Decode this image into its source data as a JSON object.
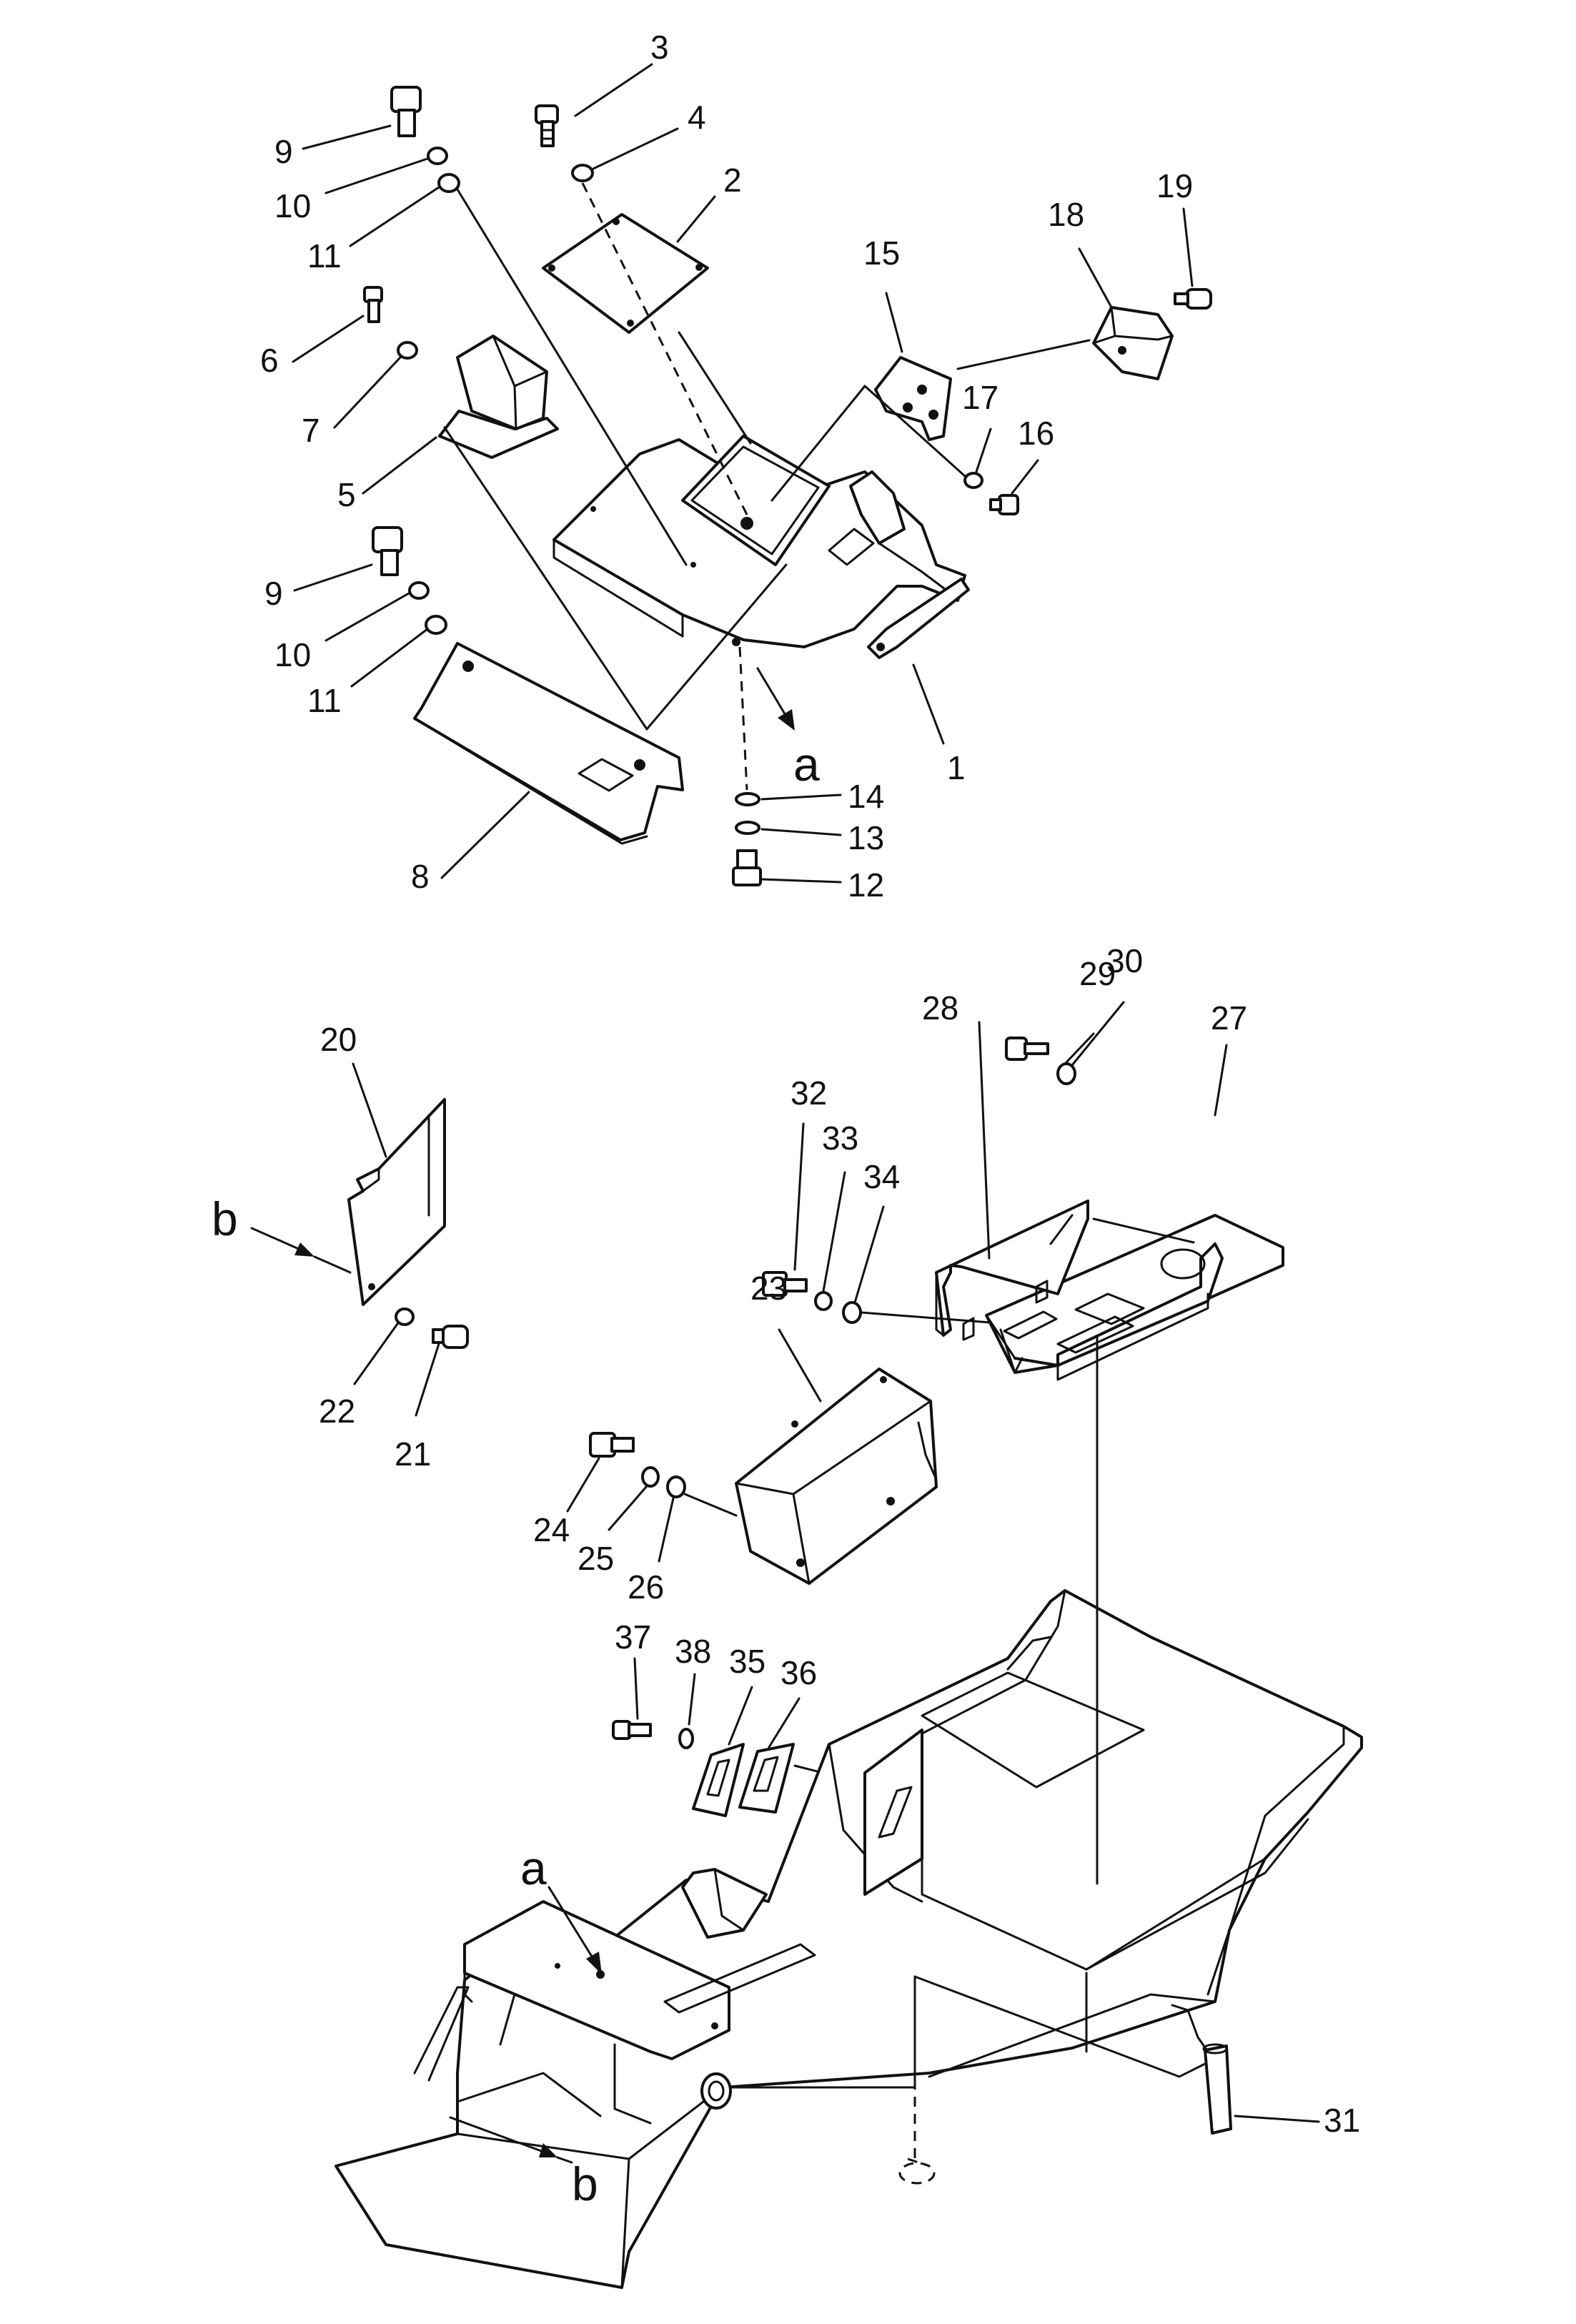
{
  "diagram": {
    "callouts": [
      "1",
      "2",
      "3",
      "4",
      "5",
      "6",
      "7",
      "8",
      "9",
      "10",
      "11",
      "9",
      "10",
      "11",
      "12",
      "13",
      "14",
      "15",
      "16",
      "17",
      "18",
      "19",
      "20",
      "21",
      "22",
      "23",
      "24",
      "25",
      "26",
      "27",
      "28",
      "29",
      "30",
      "31",
      "32",
      "33",
      "34",
      "35",
      "36",
      "37",
      "38"
    ],
    "view_refs": [
      "a",
      "a",
      "b",
      "b"
    ]
  }
}
